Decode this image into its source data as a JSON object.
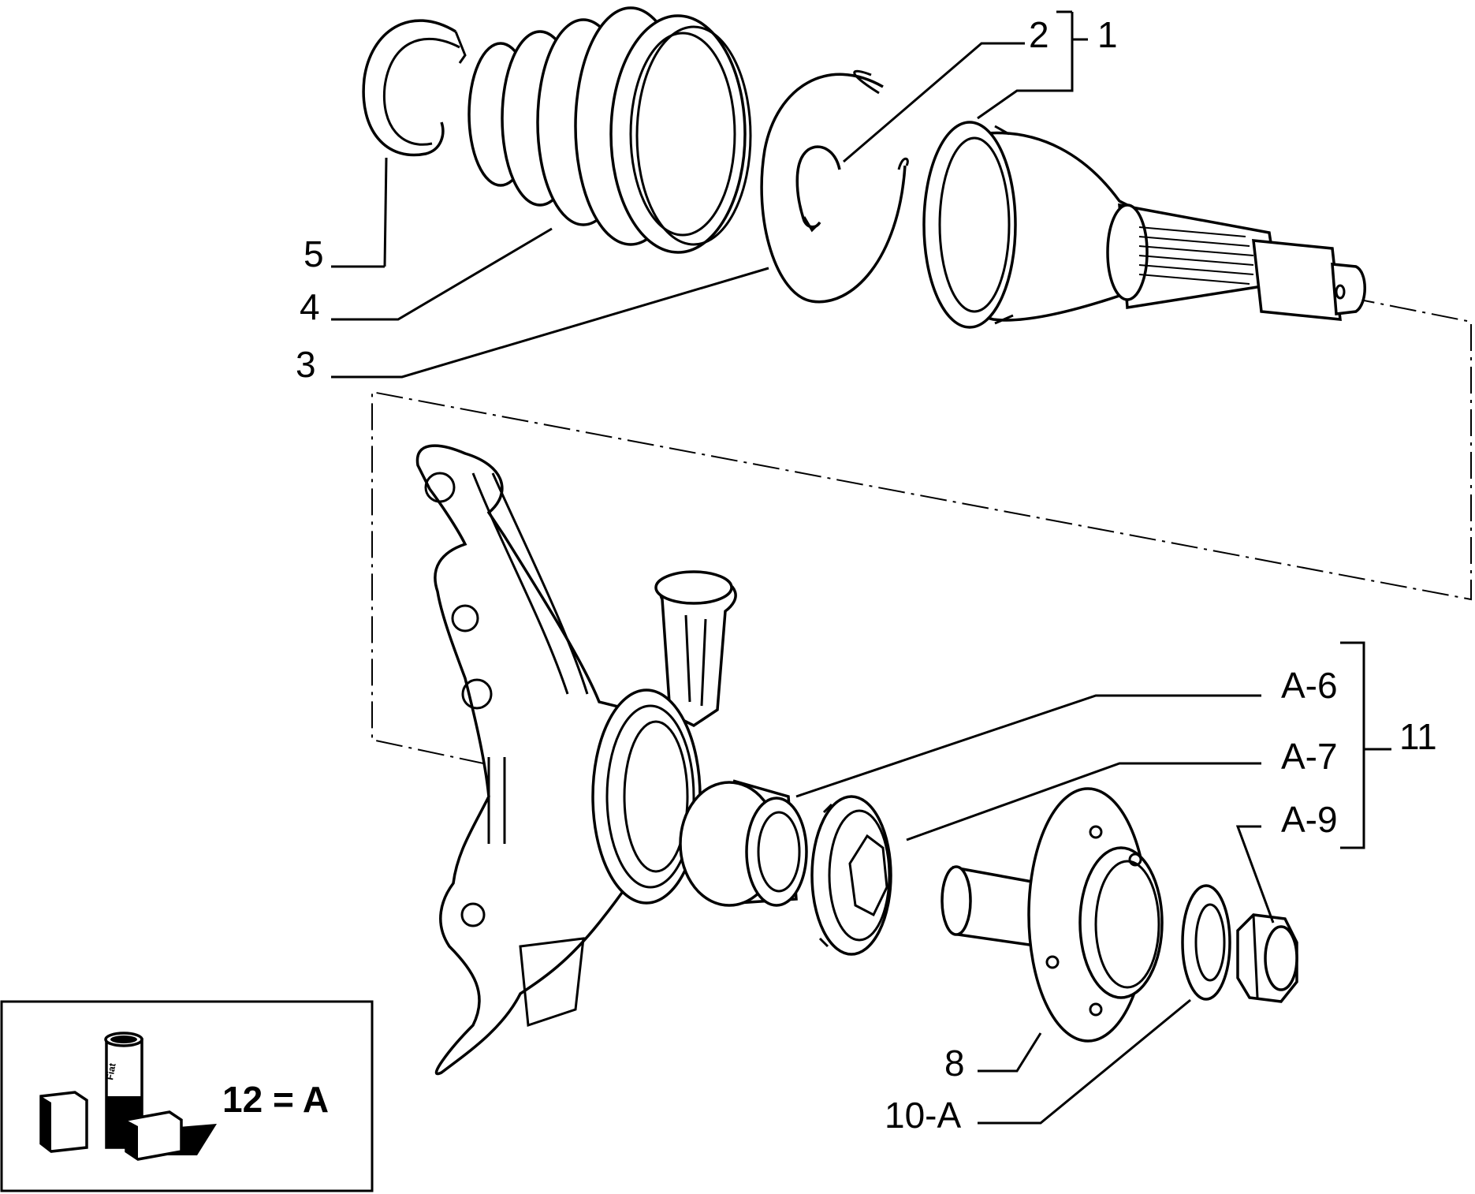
{
  "labels": {
    "l1": "1",
    "l2": "2",
    "l3": "3",
    "l4": "4",
    "l5": "5",
    "l8": "8",
    "l10": "10-A",
    "l11": "11",
    "a6": "A-6",
    "a7": "A-7",
    "a9": "A-9"
  },
  "legend": {
    "text": "12 = A",
    "box_brand": "Fiat"
  },
  "icons": [
    "lubricant-boxes-icon"
  ]
}
